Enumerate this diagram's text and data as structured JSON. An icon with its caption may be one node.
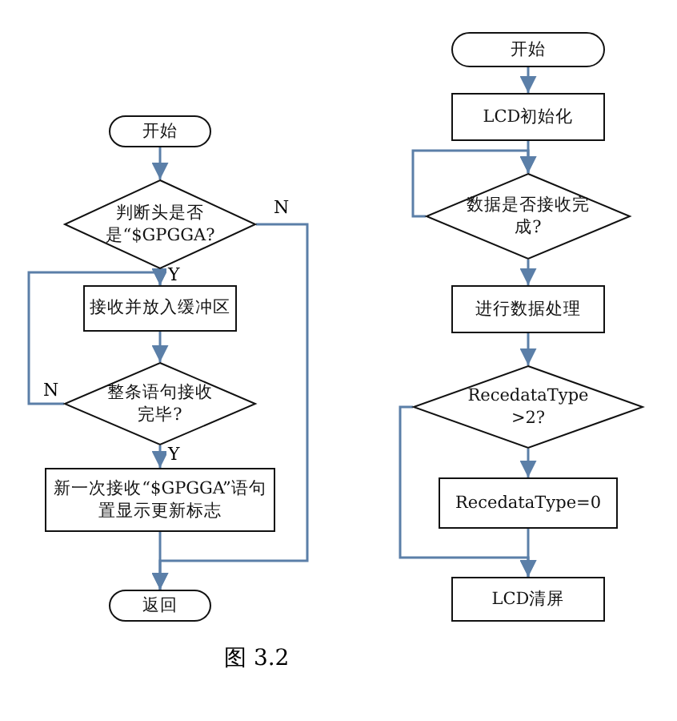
{
  "diagram": {
    "caption": "图 3.2",
    "nodes": [
      {
        "text": [
          "开始"
        ]
      },
      {
        "text": [
          "判断头是否是“$GPGGA?"
        ]
      },
      {
        "text": [
          "接收并放入缓冲区"
        ]
      },
      {
        "text": [
          "整条语句接收完毕?"
        ]
      },
      {
        "text": [
          "新一次接收“$GPGGA”语句置显示更新标志"
        ]
      },
      {
        "text": [
          "返回"
        ]
      },
      {
        "text": [
          "开始"
        ]
      },
      {
        "text": [
          "LCD初始化"
        ]
      },
      {
        "text": [
          "数据是否接收完成?"
        ]
      },
      {
        "text": [
          "进行数据处理"
        ]
      },
      {
        "text": [
          "RecedataType >2?"
        ]
      },
      {
        "text": [
          "RecedataType=0"
        ]
      },
      {
        "text": [
          "LCD清屏"
        ]
      }
    ],
    "edges": [
      {
        "from": 0,
        "to": 1,
        "arrow": "to"
      },
      {
        "from": 1,
        "to": 2,
        "arrow": "to",
        "label": "Y"
      },
      {
        "from": 2,
        "to": 3,
        "arrow": "to"
      },
      {
        "from": 3,
        "to": 2,
        "arrow": "to",
        "label": "N"
      },
      {
        "from": 3,
        "to": 4,
        "arrow": "to",
        "label": "Y"
      },
      {
        "from": 4,
        "to": 5,
        "arrow": "to"
      },
      {
        "from": 1,
        "to": 5,
        "arrow": "to",
        "label": "N"
      },
      {
        "from": 6,
        "to": 7,
        "arrow": "to"
      },
      {
        "from": 7,
        "to": 8,
        "arrow": "to"
      },
      {
        "from": 8,
        "to": 8,
        "arrow": "to"
      },
      {
        "from": 8,
        "to": 9,
        "arrow": "to"
      },
      {
        "from": 9,
        "to": 10,
        "arrow": "to"
      },
      {
        "from": 10,
        "to": 11,
        "arrow": "to"
      },
      {
        "from": 11,
        "to": 12,
        "arrow": "to"
      },
      {
        "from": 10,
        "to": 12,
        "arrow": "to"
      }
    ]
  }
}
